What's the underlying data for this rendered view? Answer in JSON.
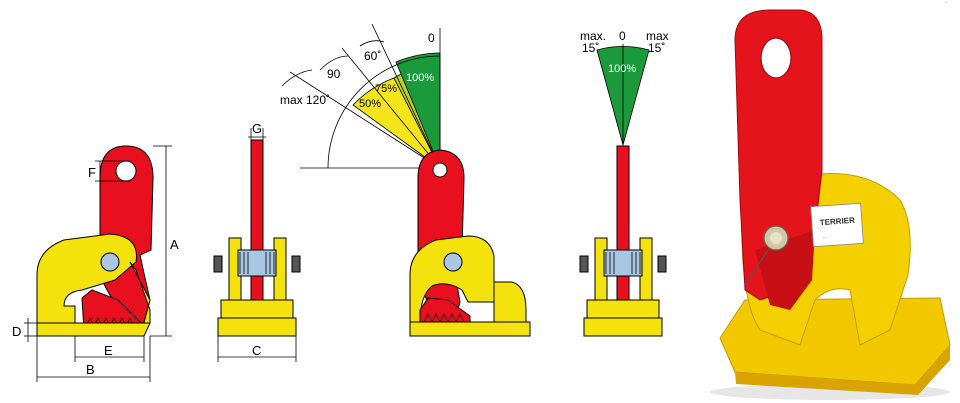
{
  "dimensions": {
    "A": "A",
    "B": "B",
    "C": "C",
    "D": "D",
    "E": "E",
    "F": "F",
    "G": "G"
  },
  "angle_diagram": {
    "zero": "0",
    "deg60": "60˚",
    "deg90": "90",
    "deg120": "max 120˚",
    "sectors": [
      {
        "label": "100%",
        "color": "#1a9a3a"
      },
      {
        "label": "75%",
        "color": "#b9d226"
      },
      {
        "label": "50%",
        "color": "#f4e51a"
      }
    ]
  },
  "tilt_diagram": {
    "left_max": "max.",
    "left_deg": "15˚",
    "zero": "0",
    "right_max": "max",
    "right_deg": "15˚",
    "sector_label": "100%",
    "sector_color": "#1a9a3a"
  },
  "photo": {
    "brand_label": "TERRIER",
    "brand_subtext": "..."
  }
}
